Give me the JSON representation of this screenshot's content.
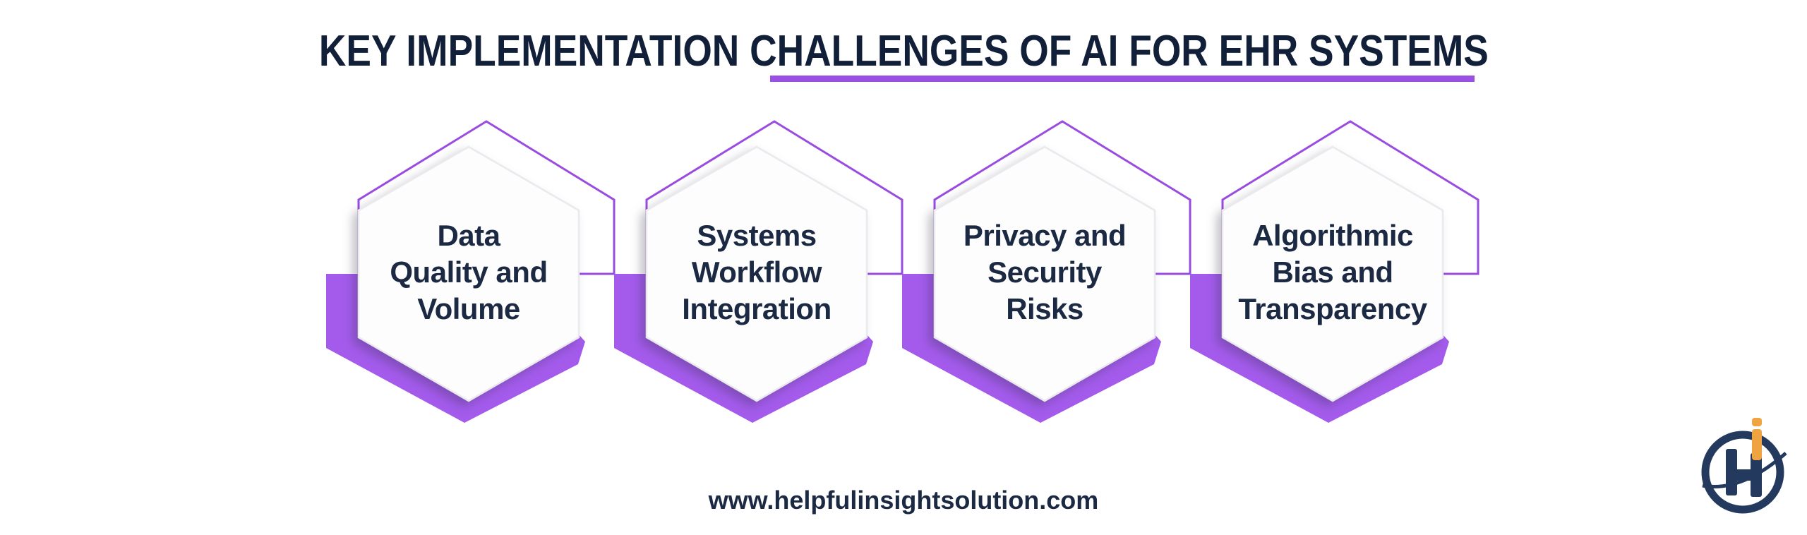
{
  "title": {
    "text": "KEY IMPLEMENTATION CHALLENGES OF AI FOR EHR SYSTEMS"
  },
  "hexagons": [
    {
      "lines": [
        "Data",
        "Quality and",
        "Volume"
      ]
    },
    {
      "lines": [
        "Systems",
        "Workflow",
        "Integration"
      ]
    },
    {
      "lines": [
        "Privacy and",
        "Security",
        "Risks"
      ]
    },
    {
      "lines": [
        "Algorithmic",
        "Bias and",
        "Transparency"
      ]
    }
  ],
  "footer": {
    "website": "www.helpfulinsightsolution.com"
  },
  "logo": {
    "monogram": "Hi"
  },
  "colors": {
    "title-navy": "#111f38",
    "text-navy": "#1b2942",
    "accent-purple": "#9b50e4",
    "outline-purple": "#9a4ce0",
    "solid-purple": "#a45bec",
    "hex-face": "#fdfdfe",
    "hex-stroke": "#e9e9ee",
    "logo-navy": "#23395e",
    "logo-orange": "#f0a441"
  }
}
